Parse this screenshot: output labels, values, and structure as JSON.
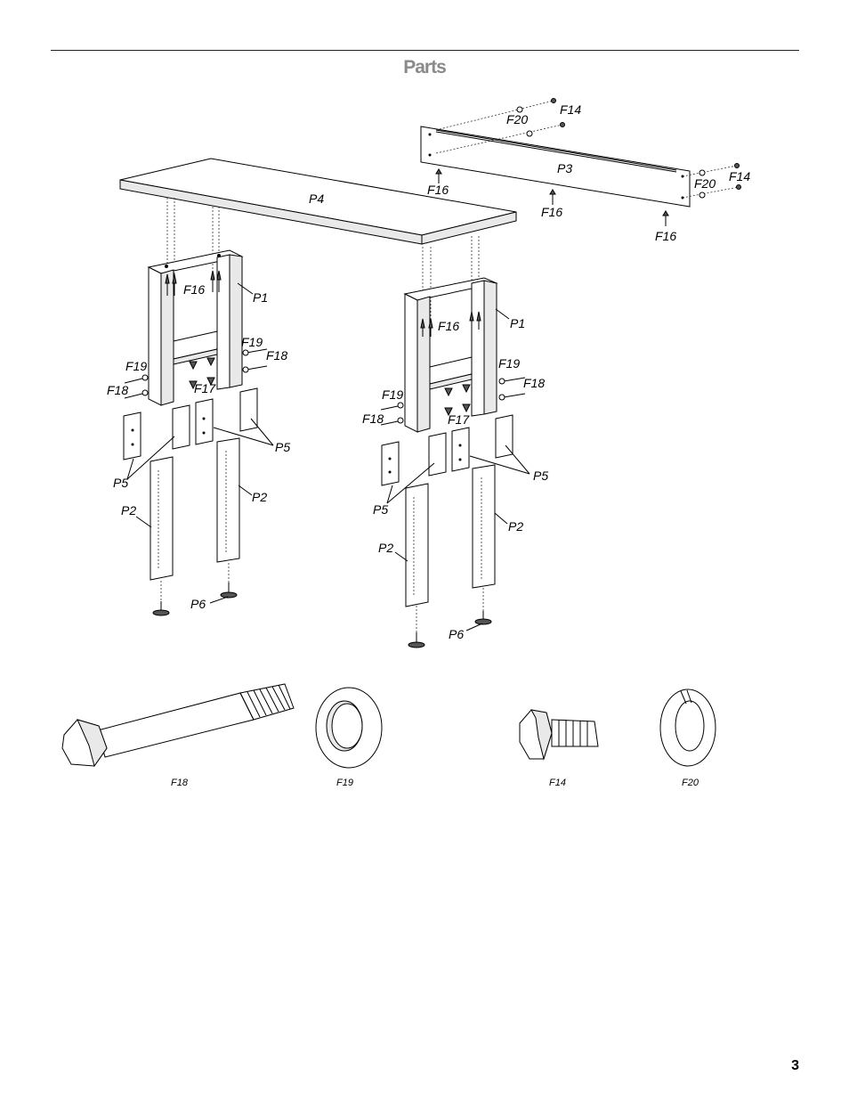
{
  "header": {
    "title": "Parts"
  },
  "footer": {
    "page_number": "3"
  },
  "diagram_labels": {
    "p1": "P1",
    "p2": "P2",
    "p3": "P3",
    "p4": "P4",
    "p5": "P5",
    "p6": "P6",
    "f14": "F14",
    "f16": "F16",
    "f17": "F17",
    "f18": "F18",
    "f19": "F19",
    "f20": "F20"
  },
  "hardware_captions": {
    "f18": "F18",
    "f19": "F19",
    "f14": "F14",
    "f20": "F20"
  }
}
